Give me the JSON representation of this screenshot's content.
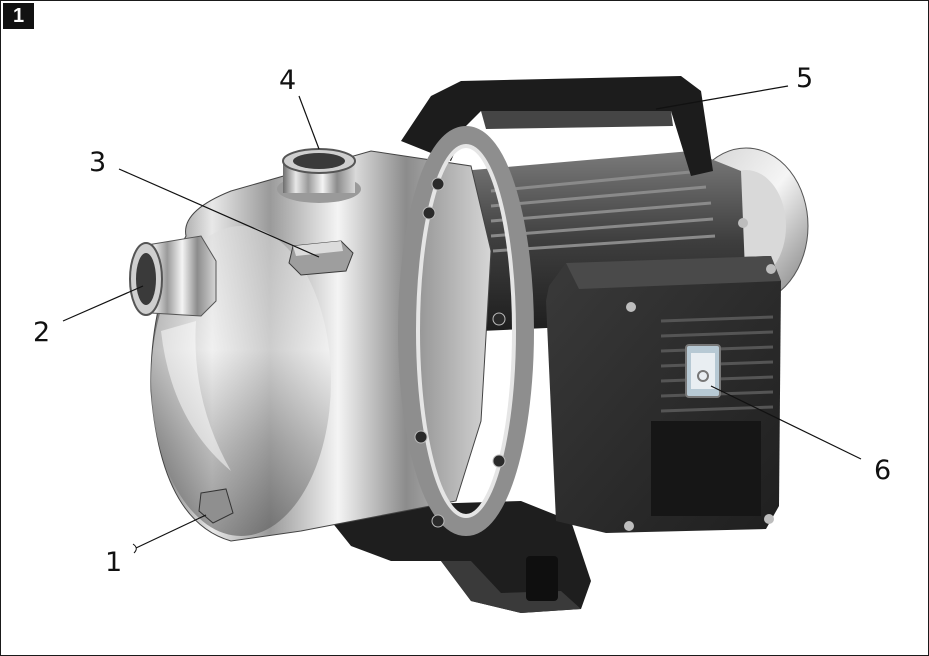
{
  "figure": {
    "number": "1"
  },
  "callouts": [
    {
      "id": "1",
      "label": "1"
    },
    {
      "id": "2",
      "label": "2"
    },
    {
      "id": "3",
      "label": "3"
    },
    {
      "id": "4",
      "label": "4"
    },
    {
      "id": "5",
      "label": "5"
    },
    {
      "id": "6",
      "label": "6"
    }
  ],
  "colors": {
    "frame": "#1a1a1a",
    "steel_light": "#f2f2f2",
    "steel_mid": "#b9b9b9",
    "steel_dark": "#5a5a5a",
    "plastic": "#2b2b2b"
  }
}
